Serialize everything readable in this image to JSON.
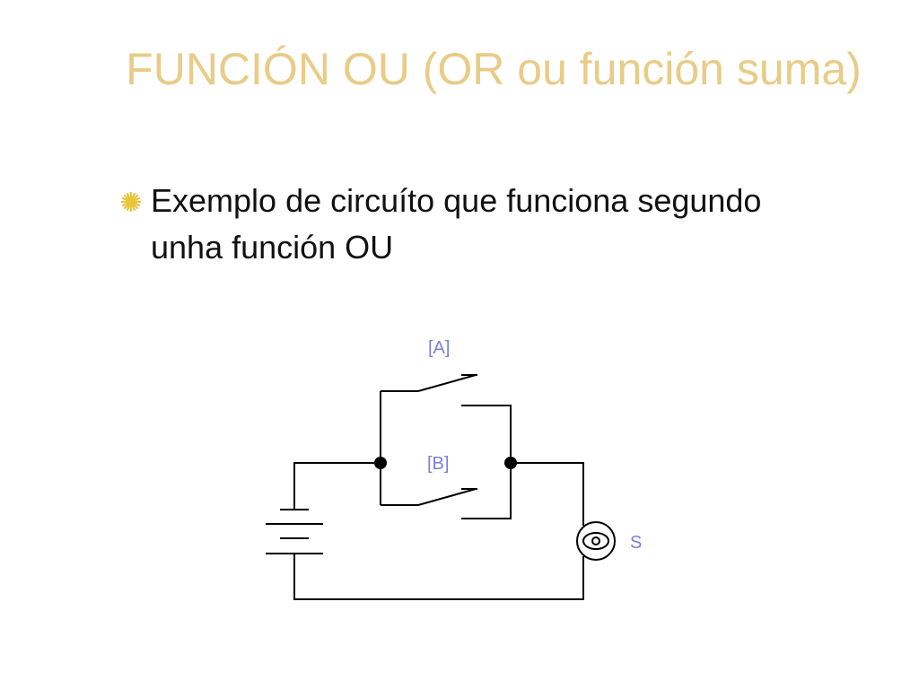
{
  "slide": {
    "title": "FUNCIÓN OU (OR ou función suma)",
    "bullet": "Exemplo de circuíto que funciona segundo unha función OU"
  },
  "circuit": {
    "switch_a_label": "[A]",
    "switch_b_label": "[B]",
    "lamp_label": "S",
    "label_color": "#7B7FD8",
    "wire_color": "#000000"
  },
  "colors": {
    "title": "#E8CC87",
    "bullet_icon": "#E8C43A"
  },
  "icons": {
    "bullet": "sunburst-bullet-icon",
    "lamp": "lamp-icon",
    "battery": "battery-icon"
  }
}
